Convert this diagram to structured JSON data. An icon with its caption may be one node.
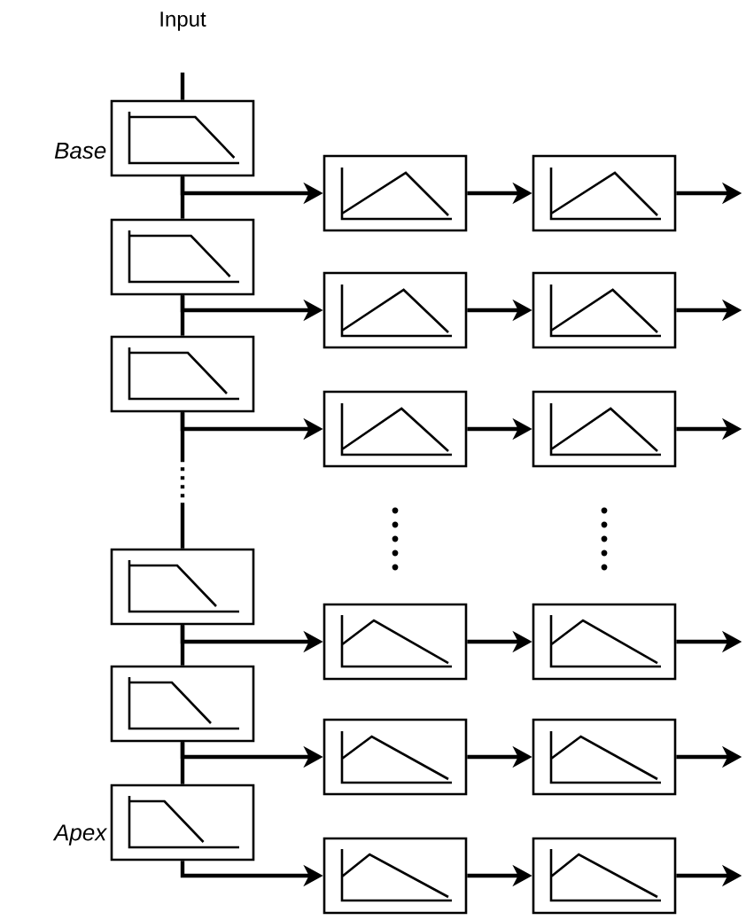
{
  "diagram": {
    "nodes": [
      {
        "text": [
          "Input"
        ]
      },
      {
        "text": [],
        "shape": "box",
        "beside": [
          "Base"
        ]
      },
      {
        "text": [],
        "shape": "box"
      },
      {
        "text": [],
        "shape": "box"
      },
      {
        "text": [],
        "shape": "box"
      },
      {
        "text": [],
        "shape": "box"
      },
      {
        "text": [],
        "shape": "box",
        "beside": [
          "Apex"
        ]
      },
      {
        "text": [],
        "shape": "box"
      },
      {
        "text": [],
        "shape": "box"
      },
      {
        "text": [],
        "shape": "box"
      },
      {
        "text": [],
        "shape": "box"
      },
      {
        "text": [],
        "shape": "box"
      },
      {
        "text": [],
        "shape": "box"
      },
      {
        "text": [],
        "shape": "box"
      },
      {
        "text": [],
        "shape": "box"
      },
      {
        "text": [],
        "shape": "box"
      },
      {
        "text": [],
        "shape": "box"
      },
      {
        "text": [],
        "shape": "box"
      },
      {
        "text": [],
        "shape": "box"
      }
    ],
    "edges": [
      {
        "from": 0,
        "to": 1,
        "arrow": "none"
      },
      {
        "from": 1,
        "to": 2,
        "arrow": "none"
      },
      {
        "from": 2,
        "to": 3,
        "arrow": "none"
      },
      {
        "from": 3,
        "to": 4,
        "arrow": "none",
        "style": "dashed"
      },
      {
        "from": 4,
        "to": 5,
        "arrow": "none"
      },
      {
        "from": 5,
        "to": 6,
        "arrow": "none"
      },
      {
        "from": 1,
        "to": 7,
        "arrow": "to"
      },
      {
        "from": 2,
        "to": 8,
        "arrow": "to"
      },
      {
        "from": 3,
        "to": 9,
        "arrow": "to"
      },
      {
        "from": 4,
        "to": 10,
        "arrow": "to"
      },
      {
        "from": 5,
        "to": 11,
        "arrow": "to"
      },
      {
        "from": 6,
        "to": 12,
        "arrow": "to"
      },
      {
        "from": 7,
        "to": 13,
        "arrow": "to"
      },
      {
        "from": 8,
        "to": 14,
        "arrow": "to"
      },
      {
        "from": 9,
        "to": 15,
        "arrow": "to"
      },
      {
        "from": 10,
        "to": 16,
        "arrow": "to"
      },
      {
        "from": 11,
        "to": 17,
        "arrow": "to"
      },
      {
        "from": 12,
        "to": 18,
        "arrow": "to"
      },
      {
        "from": 13,
        "to": null,
        "arrow": "to"
      },
      {
        "from": 14,
        "to": null,
        "arrow": "to"
      },
      {
        "from": 15,
        "to": null,
        "arrow": "to"
      },
      {
        "from": 16,
        "to": null,
        "arrow": "to"
      },
      {
        "from": 17,
        "to": null,
        "arrow": "to"
      },
      {
        "from": 18,
        "to": null,
        "arrow": "to"
      }
    ]
  }
}
